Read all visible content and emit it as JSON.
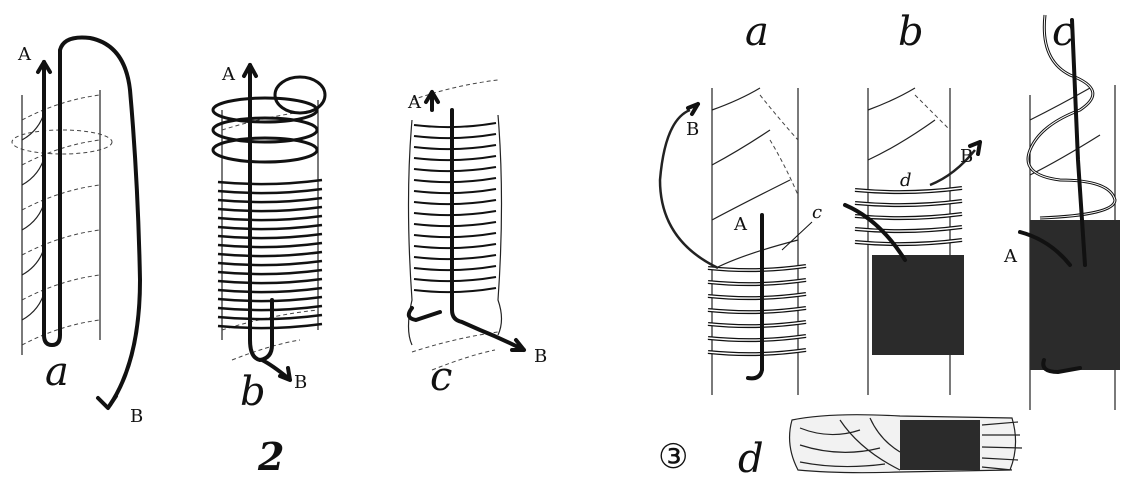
{
  "figure2": {
    "number": "2",
    "panels": [
      {
        "label": "a",
        "end_a": "A",
        "end_b": "B"
      },
      {
        "label": "b",
        "end_a": "A",
        "end_b": "B"
      },
      {
        "label": "c",
        "end_a": "A",
        "end_b": "B"
      }
    ]
  },
  "figure3": {
    "number": "③",
    "panels": [
      {
        "label": "a",
        "end_a": "A",
        "end_b": "B",
        "part": "c"
      },
      {
        "label": "b",
        "end_b": "B",
        "part": "d"
      },
      {
        "label": "c",
        "end_a": "A"
      },
      {
        "label": "d"
      }
    ]
  }
}
